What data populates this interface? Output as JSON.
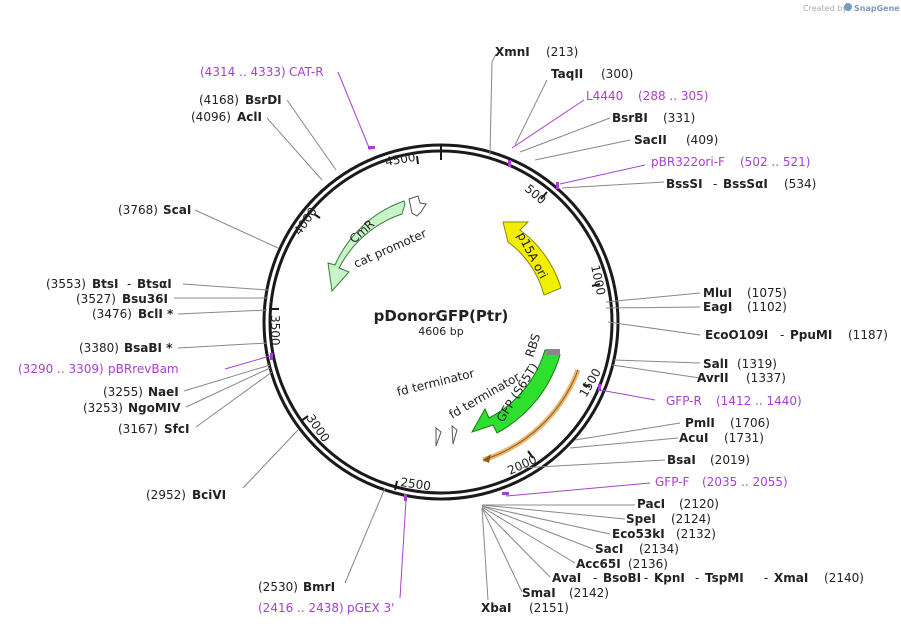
{
  "credit": {
    "prefix": "Created by",
    "brand": "SnapGene"
  },
  "plasmid": {
    "name": "pDonorGFP(Ptr)",
    "size": "4606 bp"
  },
  "ticks": [
    "500",
    "1000",
    "1500",
    "2000",
    "2500",
    "3000",
    "3500",
    "4000",
    "4500"
  ],
  "features": {
    "cmr": "CmR",
    "cat_promoter": "cat promoter",
    "p15a_ori": "p15A ori",
    "rbs": "RBS",
    "gfp": "GFP (S65T)",
    "fd_terminator_1": "fd terminator",
    "fd_terminator_2": "fd terminator"
  },
  "labels": {
    "xmni": [
      "XmnI",
      "(213)"
    ],
    "taqii": [
      "TaqII",
      "(300)"
    ],
    "l4440": [
      "L4440",
      "(288 .. 305)"
    ],
    "bsrbi": [
      "BsrBI",
      "(331)"
    ],
    "sacii": [
      "SacII",
      "(409)"
    ],
    "pbr322ori": [
      "pBR322ori-F",
      "(502 .. 521)"
    ],
    "bsssi": [
      "BssSI",
      "-",
      "BssSαI",
      "(534)"
    ],
    "mlui": [
      "MluI",
      "(1075)"
    ],
    "eagi": [
      "EagI",
      "(1102)"
    ],
    "eco0109i": [
      "EcoO109I",
      "-",
      "PpuMI",
      "(1187)"
    ],
    "sali": [
      "SalI",
      "(1319)"
    ],
    "avrii": [
      "AvrII",
      "(1337)"
    ],
    "gfpr": [
      "GFP-R",
      "(1412 .. 1440)"
    ],
    "pmli": [
      "PmlI",
      "(1706)"
    ],
    "acui": [
      "AcuI",
      "(1731)"
    ],
    "bsai": [
      "BsaI",
      "(2019)"
    ],
    "gfpf": [
      "GFP-F",
      "(2035 .. 2055)"
    ],
    "paci": [
      "PacI",
      "(2120)"
    ],
    "spei": [
      "SpeI",
      "(2124)"
    ],
    "eco53ki": [
      "Eco53kI",
      "(2132)"
    ],
    "saci": [
      "SacI",
      "(2134)"
    ],
    "acc65i": [
      "Acc65I",
      "(2136)"
    ],
    "avai": [
      "AvaI",
      "-",
      "BsoBI",
      "-",
      "KpnI",
      "-",
      "TspMI",
      "-",
      "XmaI",
      "(2140)"
    ],
    "smai": [
      "SmaI",
      "(2142)"
    ],
    "xbai": [
      "XbaI",
      "(2151)"
    ],
    "bmri": [
      "BmrI",
      "(2530)"
    ],
    "pgex": [
      "(2416 .. 2438)",
      "pGEX 3'"
    ],
    "bcivi": [
      "(2952)",
      "BciVI"
    ],
    "sfci": [
      "(3167)",
      "SfcI"
    ],
    "ngomiv": [
      "(3253)",
      "NgoMIV"
    ],
    "naei": [
      "(3255)",
      "NaeI"
    ],
    "pbrrevbam": [
      "(3290 .. 3309)",
      "pBRrevBam"
    ],
    "bsabi": [
      "(3380)",
      "BsaBI *"
    ],
    "bcli": [
      "(3476)",
      "BclI *"
    ],
    "bsu36i": [
      "(3527)",
      "Bsu36I"
    ],
    "btsi": [
      "(3553)",
      "BtsI",
      "-",
      "BtsαI"
    ],
    "scai": [
      "(3768)",
      "ScaI"
    ],
    "acli": [
      "(4096)",
      "AclI"
    ],
    "bsrdi": [
      "(4168)",
      "BsrDI"
    ],
    "catr": [
      "(4314 .. 4333)",
      "CAT-R"
    ]
  },
  "colors": {
    "backbone": "#1a1a1a",
    "enzyme_text": "#111111",
    "primer": "#a83fd0",
    "cmr_fill": "#c8f5c8",
    "ori_fill": "#f2ee00",
    "gfp_fill": "#2ee02e",
    "primer_band": "#e8b870",
    "connector": "#888888"
  }
}
